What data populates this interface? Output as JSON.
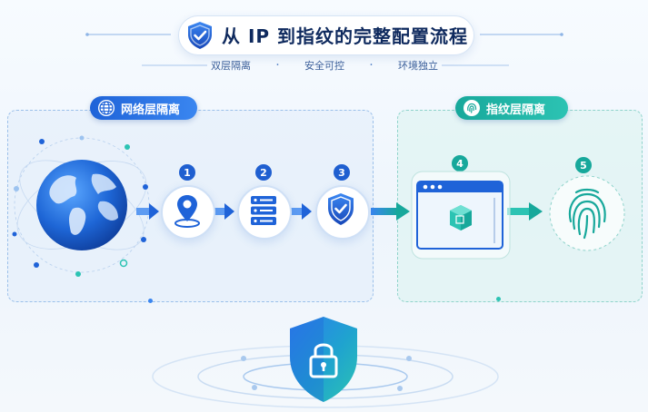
{
  "title": "从 IP 到指纹的完整配置流程",
  "subtitle": [
    "双层隔离",
    "安全可控",
    "环境独立"
  ],
  "network_layer": {
    "label": "网络层隔离"
  },
  "fingerprint_layer": {
    "label": "指纹层隔离"
  },
  "steps": [
    {
      "number": "1",
      "icon": "location-pin-icon"
    },
    {
      "number": "2",
      "icon": "server-icon"
    },
    {
      "number": "3",
      "icon": "shield-check-icon"
    },
    {
      "number": "4",
      "icon": "browser-cube-icon"
    },
    {
      "number": "5",
      "icon": "fingerprint-icon"
    }
  ],
  "colors": {
    "primary_blue": "#1f63d8",
    "teal": "#17a89b",
    "navy_text": "#0f2a5e"
  }
}
